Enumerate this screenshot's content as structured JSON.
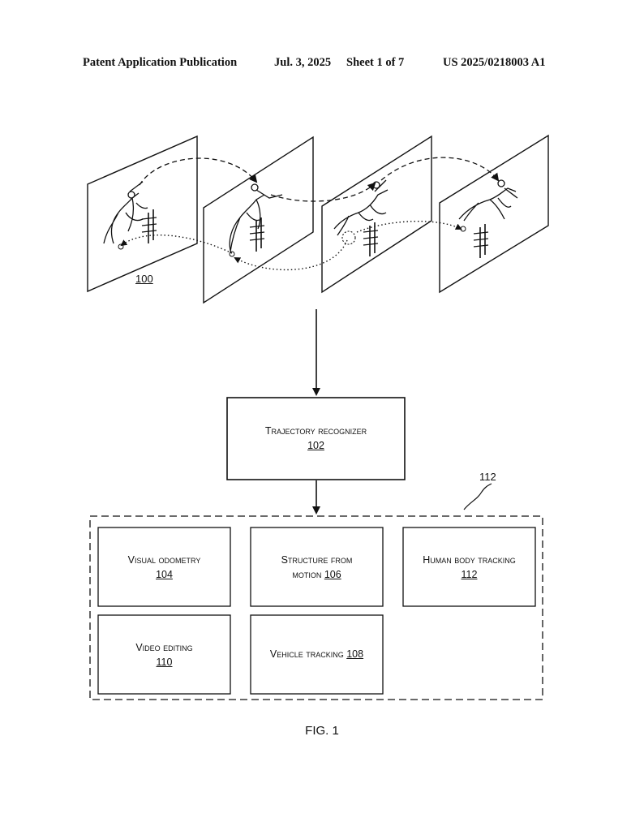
{
  "header": {
    "publication": "Patent Application Publication",
    "date": "Jul. 3, 2025",
    "sheet": "Sheet 1 of 7",
    "number": "US 2025/0218003 A1"
  },
  "frames": {
    "ref": "100"
  },
  "recognizer": {
    "title": "Trajectory recognizer",
    "ref": "102"
  },
  "applications": {
    "ref": "112",
    "visual_odometry": {
      "label": "Visual odometry",
      "ref": "104"
    },
    "structure_from_motion": {
      "label_line1": "Structure from",
      "label_line2": "motion",
      "ref": "106"
    },
    "human_body_tracking": {
      "label": "Human body tracking",
      "ref": "112"
    },
    "video_editing": {
      "label": "Video editing",
      "ref": "110"
    },
    "vehicle_tracking": {
      "label": "Vehicle tracking",
      "ref": "108"
    }
  },
  "figure_label": "FIG. 1"
}
